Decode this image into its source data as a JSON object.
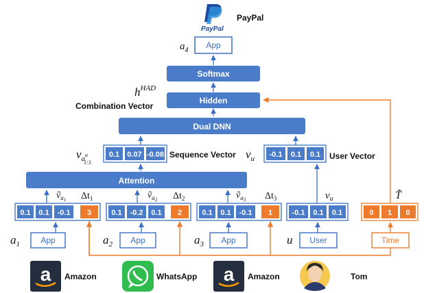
{
  "top": {
    "brand": "PayPal",
    "logo_text": "PayPal",
    "output_var": "a",
    "output_sub": "4",
    "output_label": "App"
  },
  "blocks": {
    "softmax": "Softmax",
    "hidden": "Hidden",
    "dual_dnn": "Dual DNN",
    "attention": "Attention"
  },
  "labels": {
    "h_main": "h",
    "h_sup": "HAD",
    "combination": "Combination Vector",
    "sequence": "Sequence Vector",
    "user": "User Vector"
  },
  "seq_vector": {
    "sym": "v",
    "sub": "a",
    "subsub": "u",
    "range": "1:3",
    "cells": [
      "0.1",
      "0.07",
      "-0.08"
    ]
  },
  "user_vector": {
    "sym": "v",
    "sub": "u",
    "cells": [
      "-0.1",
      "0.1",
      "0.1"
    ]
  },
  "groups": [
    {
      "emb_sym": "ṽ",
      "emb_sub": "a",
      "emb_subsub": "1",
      "dt": "Δt",
      "dt_sub": "1",
      "cells": [
        "0.1",
        "0.1",
        "-0.1"
      ],
      "dt_value": "3",
      "in_var": "a",
      "in_sub": "1",
      "in_label": "App",
      "app_name": "Amazon"
    },
    {
      "emb_sym": "ṽ",
      "emb_sub": "a",
      "emb_subsub": "2",
      "dt": "Δt",
      "dt_sub": "2",
      "cells": [
        "0.1",
        "-0.2",
        "0.1"
      ],
      "dt_value": "2",
      "in_var": "a",
      "in_sub": "2",
      "in_label": "App",
      "app_name": "WhatsApp"
    },
    {
      "emb_sym": "ṽ",
      "emb_sub": "a",
      "emb_subsub": "3",
      "dt": "Δt",
      "dt_sub": "3",
      "cells": [
        "0.1",
        "0.1",
        "-0.1"
      ],
      "dt_value": "1",
      "in_var": "a",
      "in_sub": "3",
      "in_label": "App",
      "app_name": "Amazon"
    }
  ],
  "user_group": {
    "emb_sym": "v",
    "emb_sub": "u",
    "cells": [
      "-0.1",
      "0.1",
      "0.1"
    ],
    "in_var": "u",
    "in_label": "User",
    "name": "Tom"
  },
  "time_group": {
    "sym": "T̃",
    "cells": [
      "0",
      "1",
      "0"
    ],
    "in_label": "Time"
  },
  "colors": {
    "blue": "#3a6fc4",
    "blue_dark": "#2d5aa8",
    "orange": "#ee7a2b",
    "block": "#4a7cc9"
  }
}
